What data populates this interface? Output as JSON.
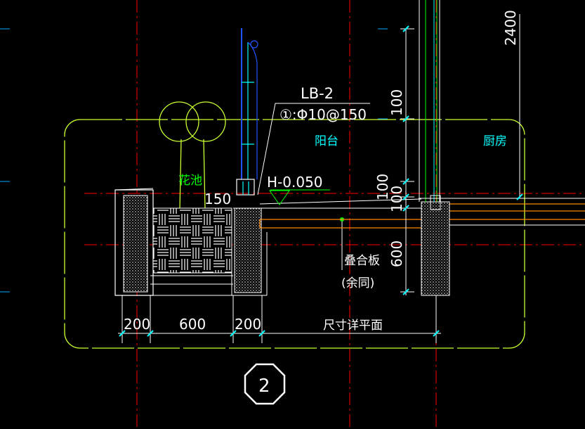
{
  "colors": {
    "background": "#000000",
    "red_axis": "#ff0000",
    "yellow_green": "#c8ff32",
    "white": "#ffffff",
    "cyan": "#00ffff",
    "blue": "#2255ff",
    "orange": "#ff8800",
    "green": "#00ff00",
    "dim_blue": "#00aaff"
  },
  "labels": {
    "lb_code": "LB-2",
    "rebar": "①:Φ10@150",
    "balcony": "阳台",
    "kitchen": "厨房",
    "planter": "花池",
    "elevation": "H-0.050",
    "curb_width": "150",
    "slab_type": "叠合板",
    "slab_note": "(余同)",
    "detail_number": "2"
  },
  "dimensions": {
    "horizontal": [
      "200",
      "600",
      "200",
      "尺寸详平面"
    ],
    "vertical": [
      "2400",
      "100",
      "100",
      "100",
      "600"
    ]
  }
}
